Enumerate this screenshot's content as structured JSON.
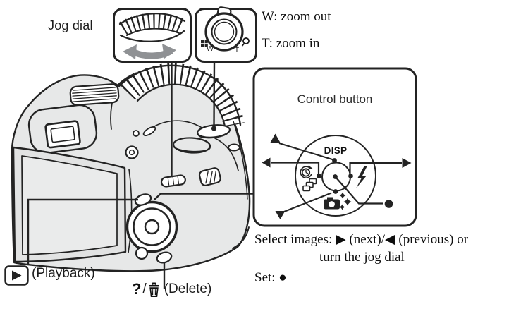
{
  "callouts": {
    "jog_dial": {
      "label": "Jog dial"
    },
    "zoom_lever": {
      "w_mark": "W",
      "t_mark": "T",
      "desc_line1": "W: zoom out",
      "desc_line2": "T: zoom in"
    },
    "control_button": {
      "title": "Control button",
      "disp_label": "DISP"
    }
  },
  "annotations": {
    "select_line1": "Select images: ▶ (next)/◀ (previous) or",
    "select_line2": "turn the jog dial",
    "set_label": "Set: ●",
    "playback_label": "(Playback)",
    "delete_prefix": "?",
    "delete_slash": "/",
    "delete_label": "(Delete)"
  },
  "icons": {
    "playback_triangle": "▶",
    "next_triangle": "▶",
    "previous_triangle": "◀",
    "set_dot": "●",
    "up_arrow": "▲",
    "down_arrow": "▼",
    "flash": "lightning-bolt",
    "self_timer": "clock-with-arrow",
    "burst": "stacked-frames",
    "smile_shutter": "camera-with-sparkles",
    "delete": "trash-can",
    "zoom_out": "index-grid",
    "zoom_in": "magnifier"
  },
  "colors": {
    "ink": "#232323",
    "body_gray": "#e7e8e8",
    "arrow_gray": "#8f9194",
    "background": "#ffffff"
  }
}
